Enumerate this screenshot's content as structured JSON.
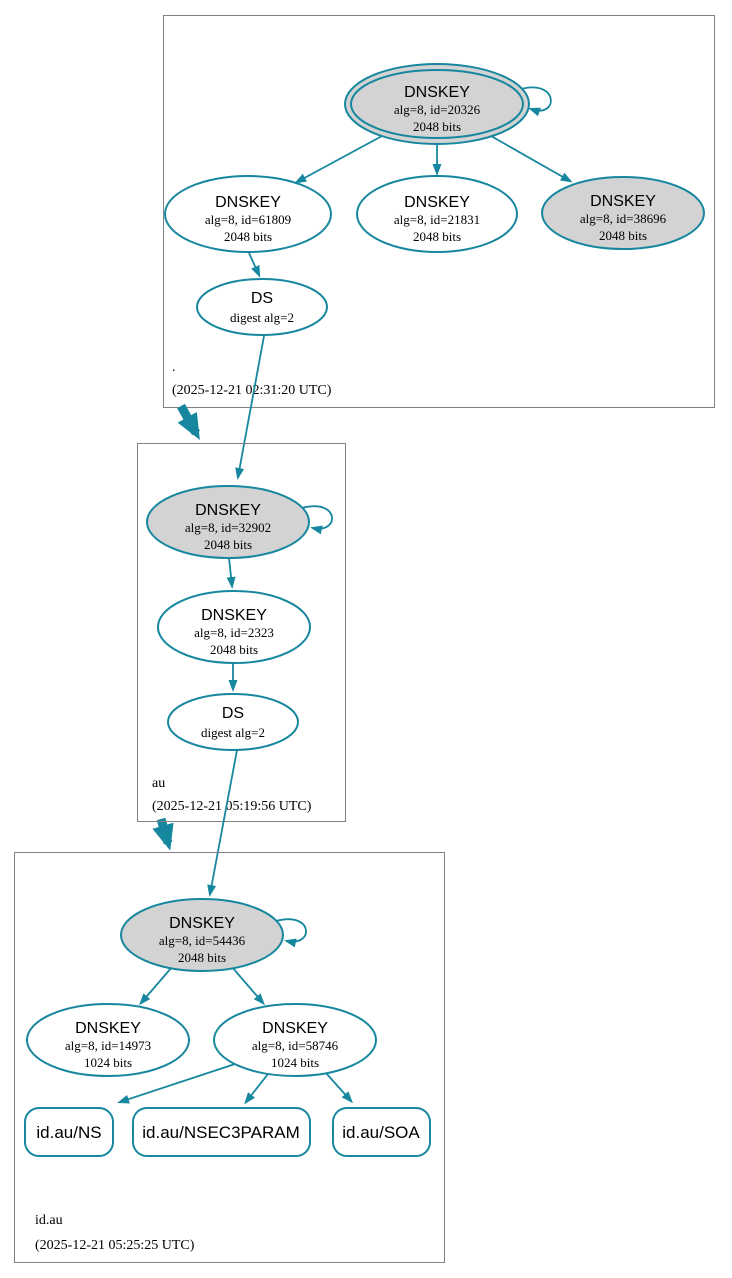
{
  "colors": {
    "edge": "#16879e",
    "ksk_fill": "#d3d3d3",
    "zsk_fill": "#ffffff",
    "cluster_border": "#808080"
  },
  "zones": {
    "root": {
      "label": ".",
      "timestamp": "(2025-12-21 02:31:20 UTC)"
    },
    "au": {
      "label": "au",
      "timestamp": "(2025-12-21 05:19:56 UTC)"
    },
    "idau": {
      "label": "id.au",
      "timestamp": "(2025-12-21 05:25:25 UTC)"
    }
  },
  "nodes": {
    "root_ksk": {
      "title": "DNSKEY",
      "detail1": "alg=8, id=20326",
      "detail2": "2048 bits"
    },
    "root_zsk_61809": {
      "title": "DNSKEY",
      "detail1": "alg=8, id=61809",
      "detail2": "2048 bits"
    },
    "root_zsk_21831": {
      "title": "DNSKEY",
      "detail1": "alg=8, id=21831",
      "detail2": "2048 bits"
    },
    "root_ksk_38696": {
      "title": "DNSKEY",
      "detail1": "alg=8, id=38696",
      "detail2": "2048 bits"
    },
    "root_ds": {
      "title": "DS",
      "detail1": "digest alg=2"
    },
    "au_ksk": {
      "title": "DNSKEY",
      "detail1": "alg=8, id=32902",
      "detail2": "2048 bits"
    },
    "au_zsk": {
      "title": "DNSKEY",
      "detail1": "alg=8, id=2323",
      "detail2": "2048 bits"
    },
    "au_ds": {
      "title": "DS",
      "detail1": "digest alg=2"
    },
    "idau_ksk": {
      "title": "DNSKEY",
      "detail1": "alg=8, id=54436",
      "detail2": "2048 bits"
    },
    "idau_zsk_14973": {
      "title": "DNSKEY",
      "detail1": "alg=8, id=14973",
      "detail2": "1024 bits"
    },
    "idau_zsk_58746": {
      "title": "DNSKEY",
      "detail1": "alg=8, id=58746",
      "detail2": "1024 bits"
    }
  },
  "rrsets": {
    "ns": {
      "label": "id.au/NS"
    },
    "nsec3param": {
      "label": "id.au/NSEC3PARAM"
    },
    "soa": {
      "label": "id.au/SOA"
    }
  }
}
